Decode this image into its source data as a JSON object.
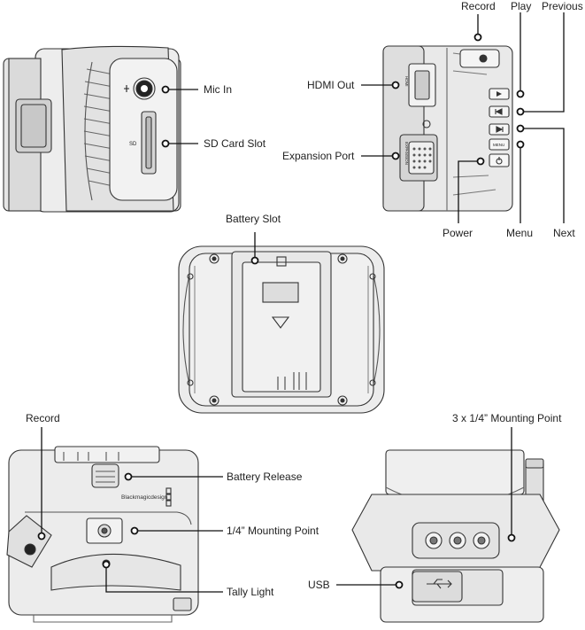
{
  "labels": {
    "record_top": "Record",
    "play": "Play",
    "previous": "Previous",
    "hdmi_out": "HDMI Out",
    "expansion_port": "Expansion Port",
    "power": "Power",
    "menu": "Menu",
    "next": "Next",
    "mic_in": "Mic In",
    "sd_card_slot": "SD Card Slot",
    "battery_slot": "Battery Slot",
    "record_bottom": "Record",
    "battery_release": "Battery Release",
    "mounting_point": "1/4” Mounting Point",
    "tally_light": "Tally Light",
    "mounting_points_3": "3 x 1/4” Mounting Point",
    "usb": "USB"
  },
  "device_text": {
    "sd": "SD",
    "brand": "Blackmagicdesign",
    "menu_btn": "MENU",
    "hdmi_vertical": "HDMI",
    "expansion_vertical": "EXPANSION"
  }
}
